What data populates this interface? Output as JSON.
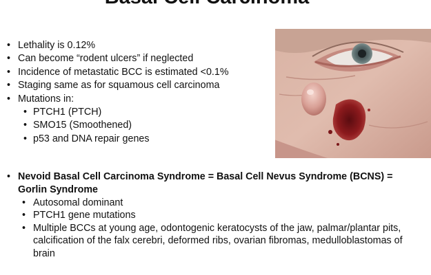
{
  "slide": {
    "title": "Basal Cell Carcinoma",
    "bullets": [
      "Lethality is 0.12%",
      "Can become “rodent ulcers” if neglected",
      "Incidence of metastatic BCC is estimated <0.1%",
      "Staging same as for squamous cell carcinoma",
      "Mutations in:"
    ],
    "mutations": [
      "PTCH1 (PTCH)",
      "SMO15 (Smoothened)",
      "p53 and DNA repair genes"
    ],
    "syndrome": {
      "heading": "Nevoid Basal Cell Carcinoma Syndrome = Basal Cell Nevus Syndrome (BCNS) = Gorlin Syndrome",
      "items": [
        "Autosomal dominant",
        "PTCH1 gene mutations",
        "Multiple BCCs at young age, odontogenic keratocysts of the jaw, palmar/plantar pits, calcification of the falx cerebri, deformed ribs, ovarian fibromas, medulloblastomas of brain"
      ]
    }
  }
}
